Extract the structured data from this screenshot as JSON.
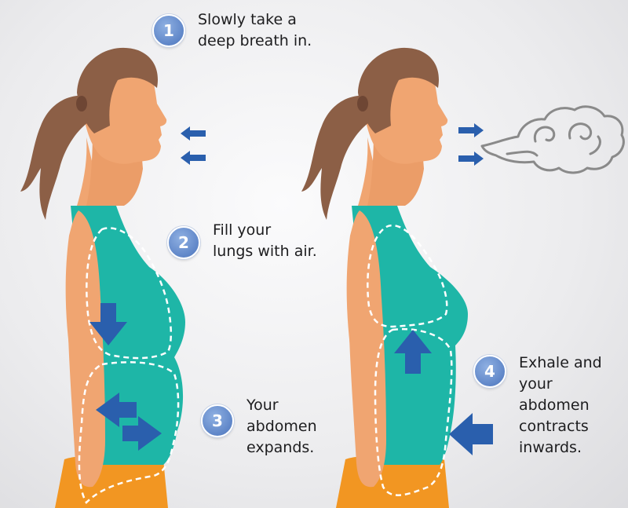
{
  "steps": [
    {
      "number": "1",
      "text": "Slowly take a\ndeep breath in."
    },
    {
      "number": "2",
      "text": "Fill your\nlungs with air."
    },
    {
      "number": "3",
      "text": "Your\nabdomen\nexpands."
    },
    {
      "number": "4",
      "text": "Exhale and\nyour\nabdomen\ncontracts\ninwards."
    }
  ],
  "colors": {
    "hair": "#8c5f46",
    "skin": "#f0a571",
    "tank_top": "#1eb6a7",
    "pants": "#f29622",
    "arrow": "#2a5fad",
    "badge": "#6b8fd0",
    "breath": "#8a8a8a"
  },
  "icons": [
    "inhale-arrow-icon",
    "exhale-arrow-icon",
    "breath-cloud-icon",
    "down-arrow-icon",
    "up-arrow-icon",
    "expand-arrow-icon",
    "contract-arrow-icon"
  ]
}
